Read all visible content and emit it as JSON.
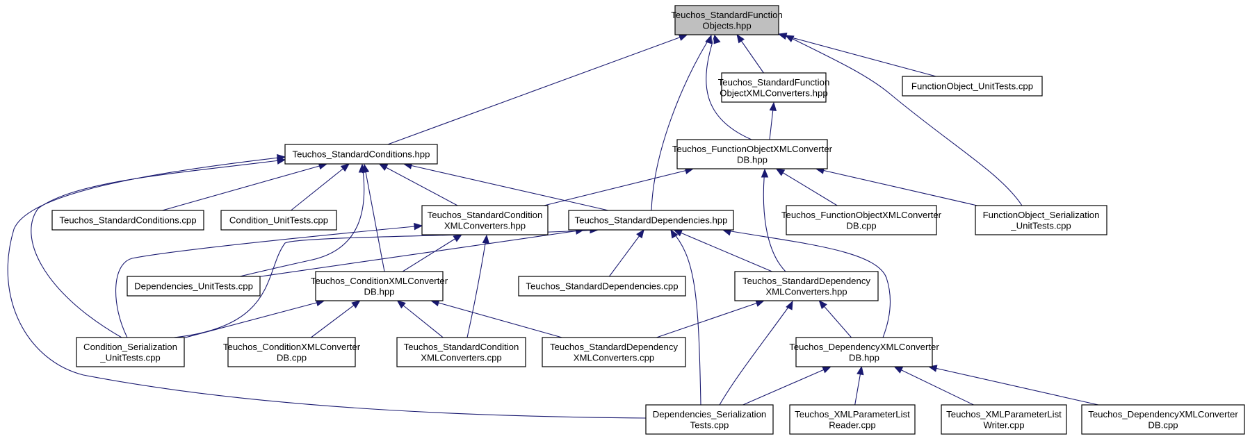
{
  "graph": {
    "nodes": [
      {
        "id": "root",
        "lines": [
          "Teuchos_StandardFunction",
          "Objects.hpp"
        ],
        "root": true
      },
      {
        "id": "sfoxml",
        "lines": [
          "Teuchos_StandardFunction",
          "ObjectXMLConverters.hpp"
        ]
      },
      {
        "id": "fout",
        "lines": [
          "FunctionObject_UnitTests.cpp"
        ]
      },
      {
        "id": "stdcond",
        "lines": [
          "Teuchos_StandardConditions.hpp"
        ]
      },
      {
        "id": "foxmldb",
        "lines": [
          "Teuchos_FunctionObjectXMLConverter",
          "DB.hpp"
        ]
      },
      {
        "id": "stdcondcpp",
        "lines": [
          "Teuchos_StandardConditions.cpp"
        ]
      },
      {
        "id": "condut",
        "lines": [
          "Condition_UnitTests.cpp"
        ]
      },
      {
        "id": "scxml",
        "lines": [
          "Teuchos_StandardCondition",
          "XMLConverters.hpp"
        ]
      },
      {
        "id": "stddep",
        "lines": [
          "Teuchos_StandardDependencies.hpp"
        ]
      },
      {
        "id": "foxmldbcpp",
        "lines": [
          "Teuchos_FunctionObjectXMLConverter",
          "DB.cpp"
        ]
      },
      {
        "id": "foser",
        "lines": [
          "FunctionObject_Serialization",
          "_UnitTests.cpp"
        ]
      },
      {
        "id": "depsut",
        "lines": [
          "Dependencies_UnitTests.cpp"
        ]
      },
      {
        "id": "cxmldb",
        "lines": [
          "Teuchos_ConditionXMLConverter",
          "DB.hpp"
        ]
      },
      {
        "id": "stddepcpp",
        "lines": [
          "Teuchos_StandardDependencies.cpp"
        ]
      },
      {
        "id": "sdxml",
        "lines": [
          "Teuchos_StandardDependency",
          "XMLConverters.hpp"
        ]
      },
      {
        "id": "condser",
        "lines": [
          "Condition_Serialization",
          "_UnitTests.cpp"
        ]
      },
      {
        "id": "cxmldbcpp",
        "lines": [
          "Teuchos_ConditionXMLConverter",
          "DB.cpp"
        ]
      },
      {
        "id": "scxmlcpp",
        "lines": [
          "Teuchos_StandardCondition",
          "XMLConverters.cpp"
        ]
      },
      {
        "id": "sdxmlcpp",
        "lines": [
          "Teuchos_StandardDependency",
          "XMLConverters.cpp"
        ]
      },
      {
        "id": "dxmldb",
        "lines": [
          "Teuchos_DependencyXMLConverter",
          "DB.hpp"
        ]
      },
      {
        "id": "depser",
        "lines": [
          "Dependencies_Serialization",
          "Tests.cpp"
        ]
      },
      {
        "id": "xmlreader",
        "lines": [
          "Teuchos_XMLParameterList",
          "Reader.cpp"
        ]
      },
      {
        "id": "xmlwriter",
        "lines": [
          "Teuchos_XMLParameterList",
          "Writer.cpp"
        ]
      },
      {
        "id": "dxmldbcpp",
        "lines": [
          "Teuchos_DependencyXMLConverter",
          "DB.cpp"
        ]
      }
    ],
    "edges": [
      [
        "stdcond",
        "root"
      ],
      [
        "sfoxml",
        "root"
      ],
      [
        "fout",
        "root"
      ],
      [
        "foxmldb",
        "root"
      ],
      [
        "stddep",
        "root"
      ],
      [
        "foser",
        "root"
      ],
      [
        "foxmldb",
        "sfoxml"
      ],
      [
        "stdcondcpp",
        "stdcond"
      ],
      [
        "condut",
        "stdcond"
      ],
      [
        "scxml",
        "stdcond"
      ],
      [
        "stddep",
        "stdcond"
      ],
      [
        "depsut",
        "stdcond"
      ],
      [
        "cxmldb",
        "stdcond"
      ],
      [
        "condser",
        "stdcond"
      ],
      [
        "depser",
        "stdcond"
      ],
      [
        "scxml",
        "foxmldb"
      ],
      [
        "foxmldbcpp",
        "foxmldb"
      ],
      [
        "foser",
        "foxmldb"
      ],
      [
        "sdxml",
        "foxmldb"
      ],
      [
        "condser",
        "scxml"
      ],
      [
        "cxmldb",
        "scxml"
      ],
      [
        "scxmlcpp",
        "scxml"
      ],
      [
        "depsut",
        "stddep"
      ],
      [
        "condser",
        "stddep"
      ],
      [
        "stddepcpp",
        "stddep"
      ],
      [
        "sdxml",
        "stddep"
      ],
      [
        "depser",
        "stddep"
      ],
      [
        "dxmldb",
        "stddep"
      ],
      [
        "condser",
        "cxmldb"
      ],
      [
        "cxmldbcpp",
        "cxmldb"
      ],
      [
        "scxmlcpp",
        "cxmldb"
      ],
      [
        "sdxmlcpp",
        "cxmldb"
      ],
      [
        "sdxmlcpp",
        "sdxml"
      ],
      [
        "depser",
        "sdxml"
      ],
      [
        "dxmldb",
        "sdxml"
      ],
      [
        "depser",
        "dxmldb"
      ],
      [
        "xmlreader",
        "dxmldb"
      ],
      [
        "xmlwriter",
        "dxmldb"
      ],
      [
        "dxmldbcpp",
        "dxmldb"
      ]
    ]
  }
}
